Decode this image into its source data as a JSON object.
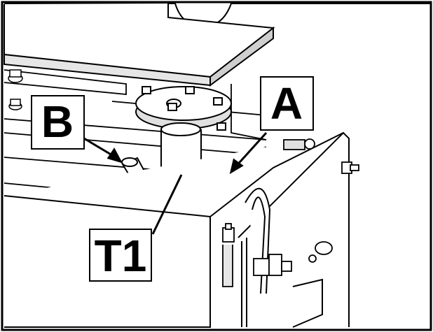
{
  "figure": {
    "callouts": [
      {
        "id": "B",
        "label": "B"
      },
      {
        "id": "A",
        "label": "A"
      },
      {
        "id": "T1",
        "label": "T1"
      }
    ],
    "colors": {
      "line": "#000000",
      "fill": "#ffffff",
      "shade": "#d9d9d9"
    }
  }
}
